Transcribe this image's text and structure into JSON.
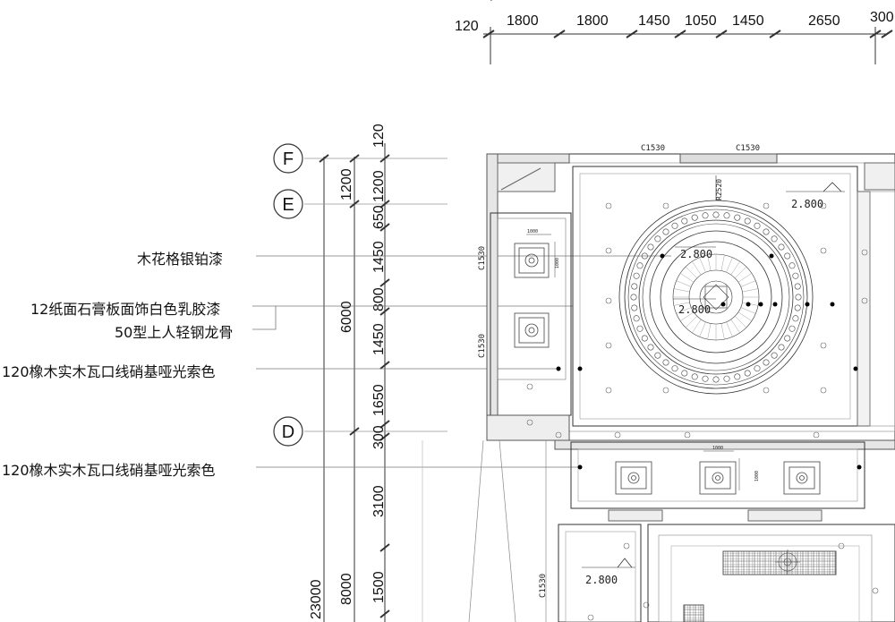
{
  "top_dimensions": [
    "120",
    "1800",
    "1800",
    "1450",
    "1050",
    "1450",
    "2650",
    "300"
  ],
  "left_dimensions": {
    "inner": [
      "120",
      "1200",
      "650",
      "1450",
      "800",
      "1450",
      "1650",
      "300",
      "3100",
      "1500"
    ],
    "middle": [
      "1200",
      "6000",
      "8000"
    ],
    "outer": [
      "23000"
    ]
  },
  "grid_axes": [
    "F",
    "E",
    "D"
  ],
  "annotations": [
    "木花格银铂漆",
    "12纸面石膏板面饰白色乳胶漆",
    "50型上人轻钢龙骨",
    "120橡木实木瓦口线硝基哑光索色",
    "120橡木实木瓦口线硝基哑光索色"
  ],
  "labels": {
    "c1530": "C1530",
    "radius": "R2520",
    "level": "2.800",
    "small_1000": "1000"
  },
  "colors": {
    "line": "#333333",
    "leader": "#555555",
    "fill_gray": "#dddddd"
  }
}
